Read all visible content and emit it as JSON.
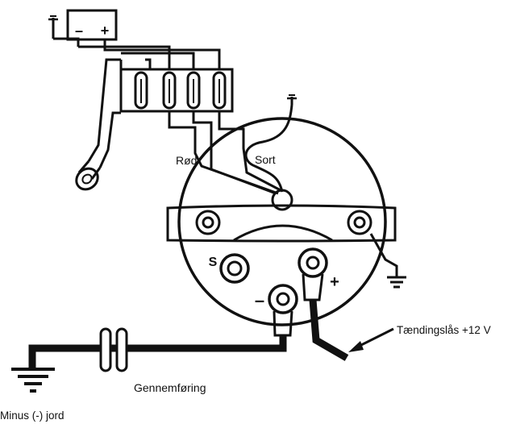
{
  "labels": {
    "red": "Rød",
    "black": "Sort",
    "s_terminal": "S",
    "minus_terminal": "–",
    "plus_terminal": "+",
    "ignition": "Tændingslås +12 V",
    "grommet": "Gennemføring",
    "ground": "Minus (-) jord"
  },
  "battery": {
    "minus": "–",
    "plus": "+"
  }
}
